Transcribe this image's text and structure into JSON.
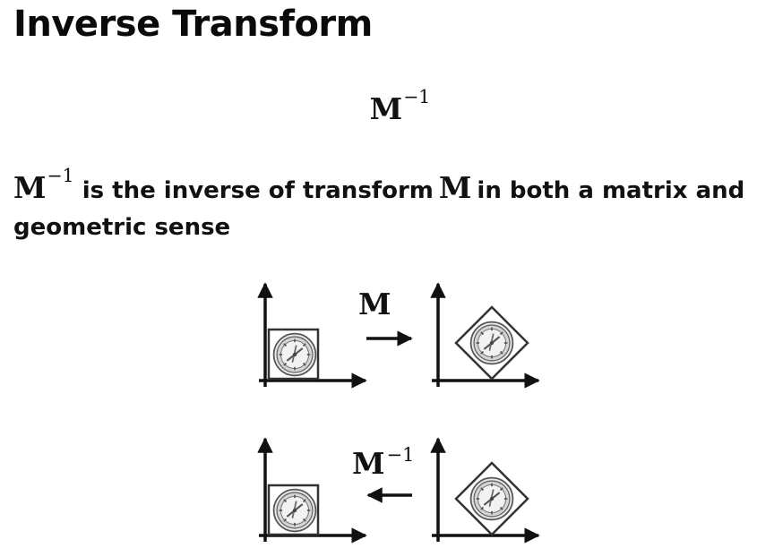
{
  "slide": {
    "title": "Inverse Transform",
    "formula": {
      "base": "M",
      "exp": "−1"
    },
    "description": {
      "inv_base": "M",
      "inv_exp": "−1",
      "text_a": "is the inverse of transform",
      "m_symbol": "M",
      "text_b": "in both a matrix and geometric sense"
    }
  },
  "diagram": {
    "forward_label": "M",
    "inverse_label_base": "M",
    "inverse_label_exp": "−1",
    "clock_icon": "clock-icon"
  }
}
